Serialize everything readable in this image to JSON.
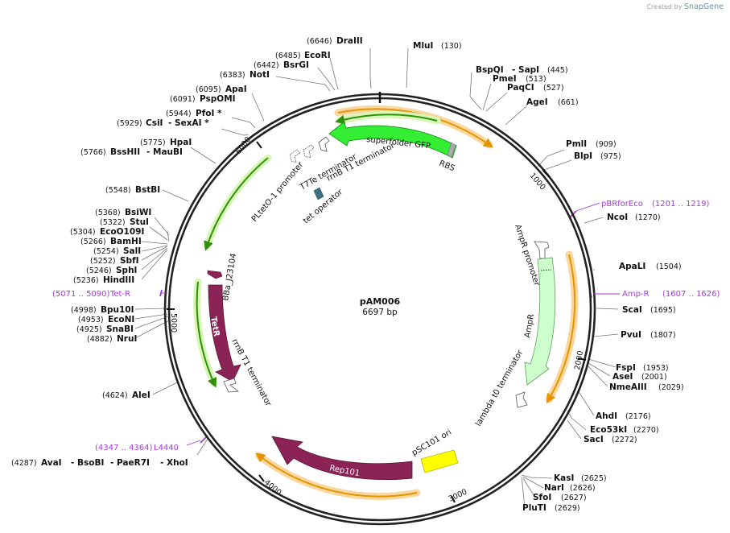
{
  "credit": {
    "prefix": "Created by",
    "brand": "SnapGene"
  },
  "plasmid": {
    "name": "pAM006",
    "length": "6697 bp"
  },
  "ticks": [
    "1000",
    "2000",
    "3000",
    "4000",
    "5000",
    "6000"
  ],
  "sites_left": [
    {
      "pos": "(6646)",
      "name": "DraIII"
    },
    {
      "pos": "(6485)",
      "name": "EcoRI"
    },
    {
      "pos": "(6442)",
      "name": "BsrGI"
    },
    {
      "pos": "(6383)",
      "name": "NotI"
    },
    {
      "pos": "(6095)",
      "name": "ApaI"
    },
    {
      "pos": "(6091)",
      "name": "PspOMI"
    },
    {
      "pos": "(5944)",
      "name": "PfoI *"
    },
    {
      "pos": "(5929)",
      "name": "CsiI",
      "name2": "- SexAI *"
    },
    {
      "pos": "(5775)",
      "name": "HpaI"
    },
    {
      "pos": "(5766)",
      "name": "BssHII",
      "name2": "- MauBI"
    },
    {
      "pos": "(5548)",
      "name": "BstBI"
    },
    {
      "pos": "(5368)",
      "name": "BsiWI"
    },
    {
      "pos": "(5322)",
      "name": "StuI"
    },
    {
      "pos": "(5304)",
      "name": "EcoO109I"
    },
    {
      "pos": "(5266)",
      "name": "BamHI"
    },
    {
      "pos": "(5254)",
      "name": "SalI"
    },
    {
      "pos": "(5252)",
      "name": "SbfI"
    },
    {
      "pos": "(5246)",
      "name": "SphI"
    },
    {
      "pos": "(5236)",
      "name": "HindIII"
    },
    {
      "pos": "(4998)",
      "name": "Bpu10I"
    },
    {
      "pos": "(4953)",
      "name": "EcoNI"
    },
    {
      "pos": "(4925)",
      "name": "SnaBI"
    },
    {
      "pos": "(4882)",
      "name": "NruI"
    },
    {
      "pos": "(4624)",
      "name": "AleI"
    },
    {
      "pos": "(4287)",
      "name": "AvaI",
      "name2": "- BsoBI",
      "name3": "- PaeR7I",
      "name4": "- XhoI"
    }
  ],
  "sites_right": [
    {
      "name": "MluI",
      "pos": "(130)"
    },
    {
      "name": "BspQI",
      "name2": "- SapI",
      "pos": "(445)"
    },
    {
      "name": "PmeI",
      "pos": "(513)"
    },
    {
      "name": "PaqCI",
      "pos": "(527)"
    },
    {
      "name": "AgeI",
      "pos": "(661)"
    },
    {
      "name": "PmlI",
      "pos": "(909)"
    },
    {
      "name": "BlpI",
      "pos": "(975)"
    },
    {
      "name": "NcoI",
      "pos": "(1270)"
    },
    {
      "name": "ApaLI",
      "pos": "(1504)"
    },
    {
      "name": "ScaI",
      "pos": "(1695)"
    },
    {
      "name": "PvuI",
      "pos": "(1807)"
    },
    {
      "name": "FspI",
      "pos": "(1953)"
    },
    {
      "name": "AseI",
      "pos": "(2001)"
    },
    {
      "name": "NmeAIII",
      "pos": "(2029)"
    },
    {
      "name": "AhdI",
      "pos": "(2176)"
    },
    {
      "name": "Eco53kI",
      "pos": "(2270)"
    },
    {
      "name": "SacI",
      "pos": "(2272)"
    },
    {
      "name": "KasI",
      "pos": "(2625)"
    },
    {
      "name": "NarI",
      "pos": "(2626)"
    },
    {
      "name": "SfoI",
      "pos": "(2627)"
    },
    {
      "name": "PluTI",
      "pos": "(2629)"
    }
  ],
  "primers": [
    {
      "name": "pBRforEco",
      "range": "(1201 .. 1219)"
    },
    {
      "name": "Amp-R",
      "range": "(1607 .. 1626)"
    },
    {
      "name": "Tet-R",
      "range": "(5071 .. 5090)"
    },
    {
      "name": "L4440",
      "range": "(4347 .. 4364)"
    }
  ],
  "features": {
    "sfgfp": "superfolder GFP",
    "rbs": "RBS",
    "rrnb_top": "rrnB T1 terminator",
    "t7te": "T7Te terminator",
    "pltet": "PLtetO-1 promoter",
    "tetop": "tet operator",
    "bba": "BBa_J23104",
    "tetr": "TetR",
    "rrnb_left": "rrnB T1 terminator",
    "rep101": "Rep101",
    "psc101": "pSC101 ori",
    "ampr": "AmpR",
    "ampr_prom": "AmpR promoter",
    "lambda": "lambda t0 terminator"
  },
  "colors": {
    "backbone": "#222222",
    "gfp": "#33ee33",
    "gfp_stroke": "#1f9a1f",
    "tetr": "#8b2357",
    "rep": "#8b2357",
    "ampr": "#ccffcc",
    "ori": "#ffff00",
    "orange_arc": "#e39400",
    "orange_glow": "#fbd7a0",
    "green_arc": "#2f8f0a",
    "green_glow": "#d8f6b5",
    "primer": "#a23ad1",
    "tet_op": "#3b6f86"
  }
}
